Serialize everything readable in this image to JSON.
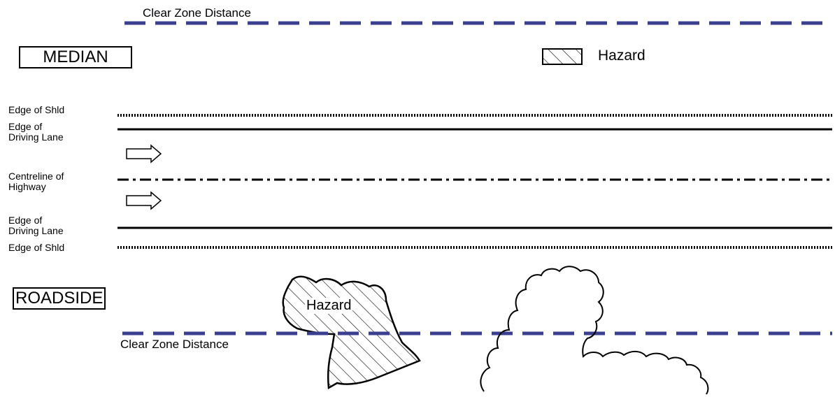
{
  "diagram": {
    "clear_zone_top_label": "Clear Zone Distance",
    "clear_zone_bottom_label": "Clear Zone Distance",
    "median_label": "MEDIAN",
    "roadside_label": "ROADSIDE",
    "legend": {
      "label": "Hazard"
    },
    "hazard_shape_label": "Hazard",
    "lines": {
      "edge_shld_top": "Edge of Shld",
      "edge_driving_top_1": "Edge of",
      "edge_driving_top_2": "Driving Lane",
      "centreline_1": "Centreline of",
      "centreline_2": "Highway",
      "edge_driving_bottom_1": "Edge of",
      "edge_driving_bottom_2": "Driving Lane",
      "edge_shld_bottom": "Edge of Shld"
    },
    "colors": {
      "clear_zone_line": "#3b3f8f",
      "ink": "#000000"
    }
  }
}
